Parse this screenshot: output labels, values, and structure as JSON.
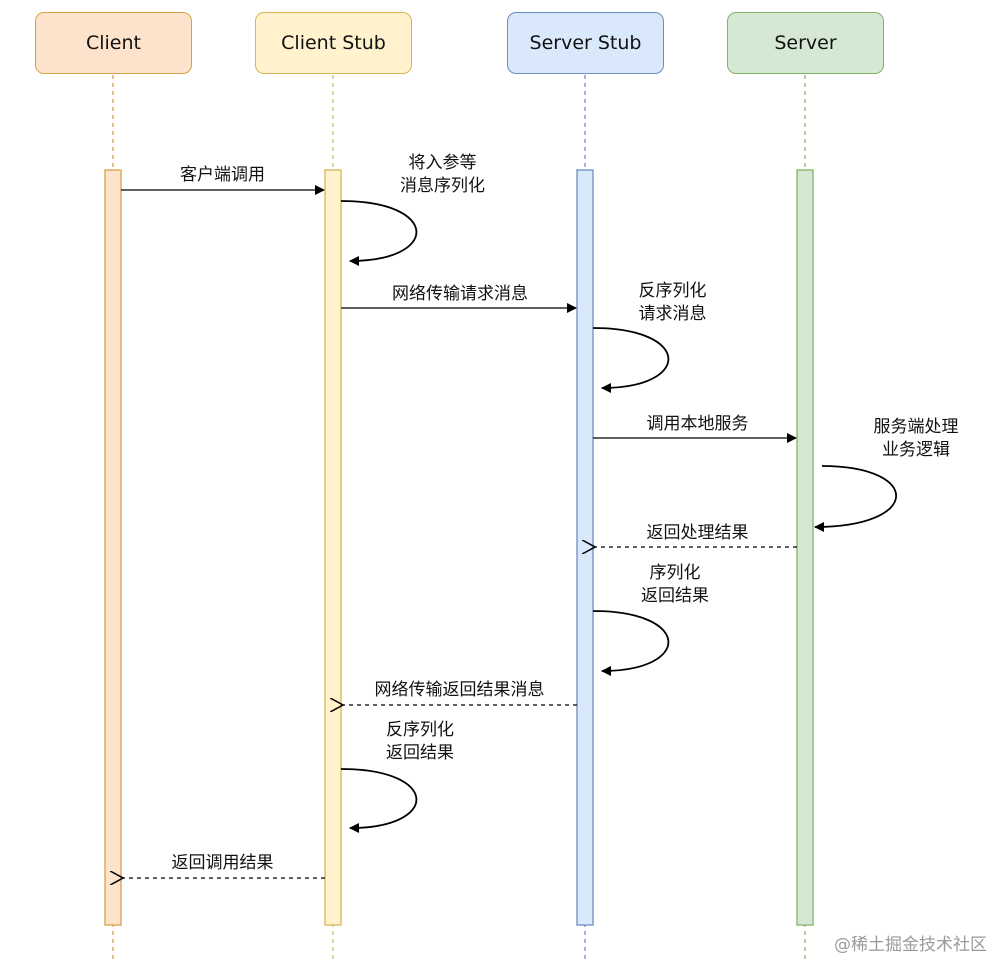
{
  "participants": {
    "client": "Client",
    "client_stub": "Client Stub",
    "server_stub": "Server Stub",
    "server": "Server"
  },
  "colors": {
    "client_fill": "#fde3cc",
    "client_stroke": "#d8a244",
    "cstub_fill": "#fff2cc",
    "cstub_stroke": "#d6b656",
    "sstub_fill": "#dae8fc",
    "sstub_stroke": "#6c8ebf",
    "server_fill": "#d5e8d4",
    "server_stroke": "#82b366"
  },
  "messages": {
    "m1": "客户端调用",
    "self1_line1": "将入参等",
    "self1_line2": "消息序列化",
    "m2": "网络传输请求消息",
    "self2_line1": "反序列化",
    "self2_line2": "请求消息",
    "m3": "调用本地服务",
    "self3_line1": "服务端处理",
    "self3_line2": "业务逻辑",
    "r1": "返回处理结果",
    "self4_line1": "序列化",
    "self4_line2": "返回结果",
    "r2": "网络传输返回结果消息",
    "self5_line1": "反序列化",
    "self5_line2": "返回结果",
    "r3": "返回调用结果"
  },
  "watermark": "@稀土掘金技术社区"
}
